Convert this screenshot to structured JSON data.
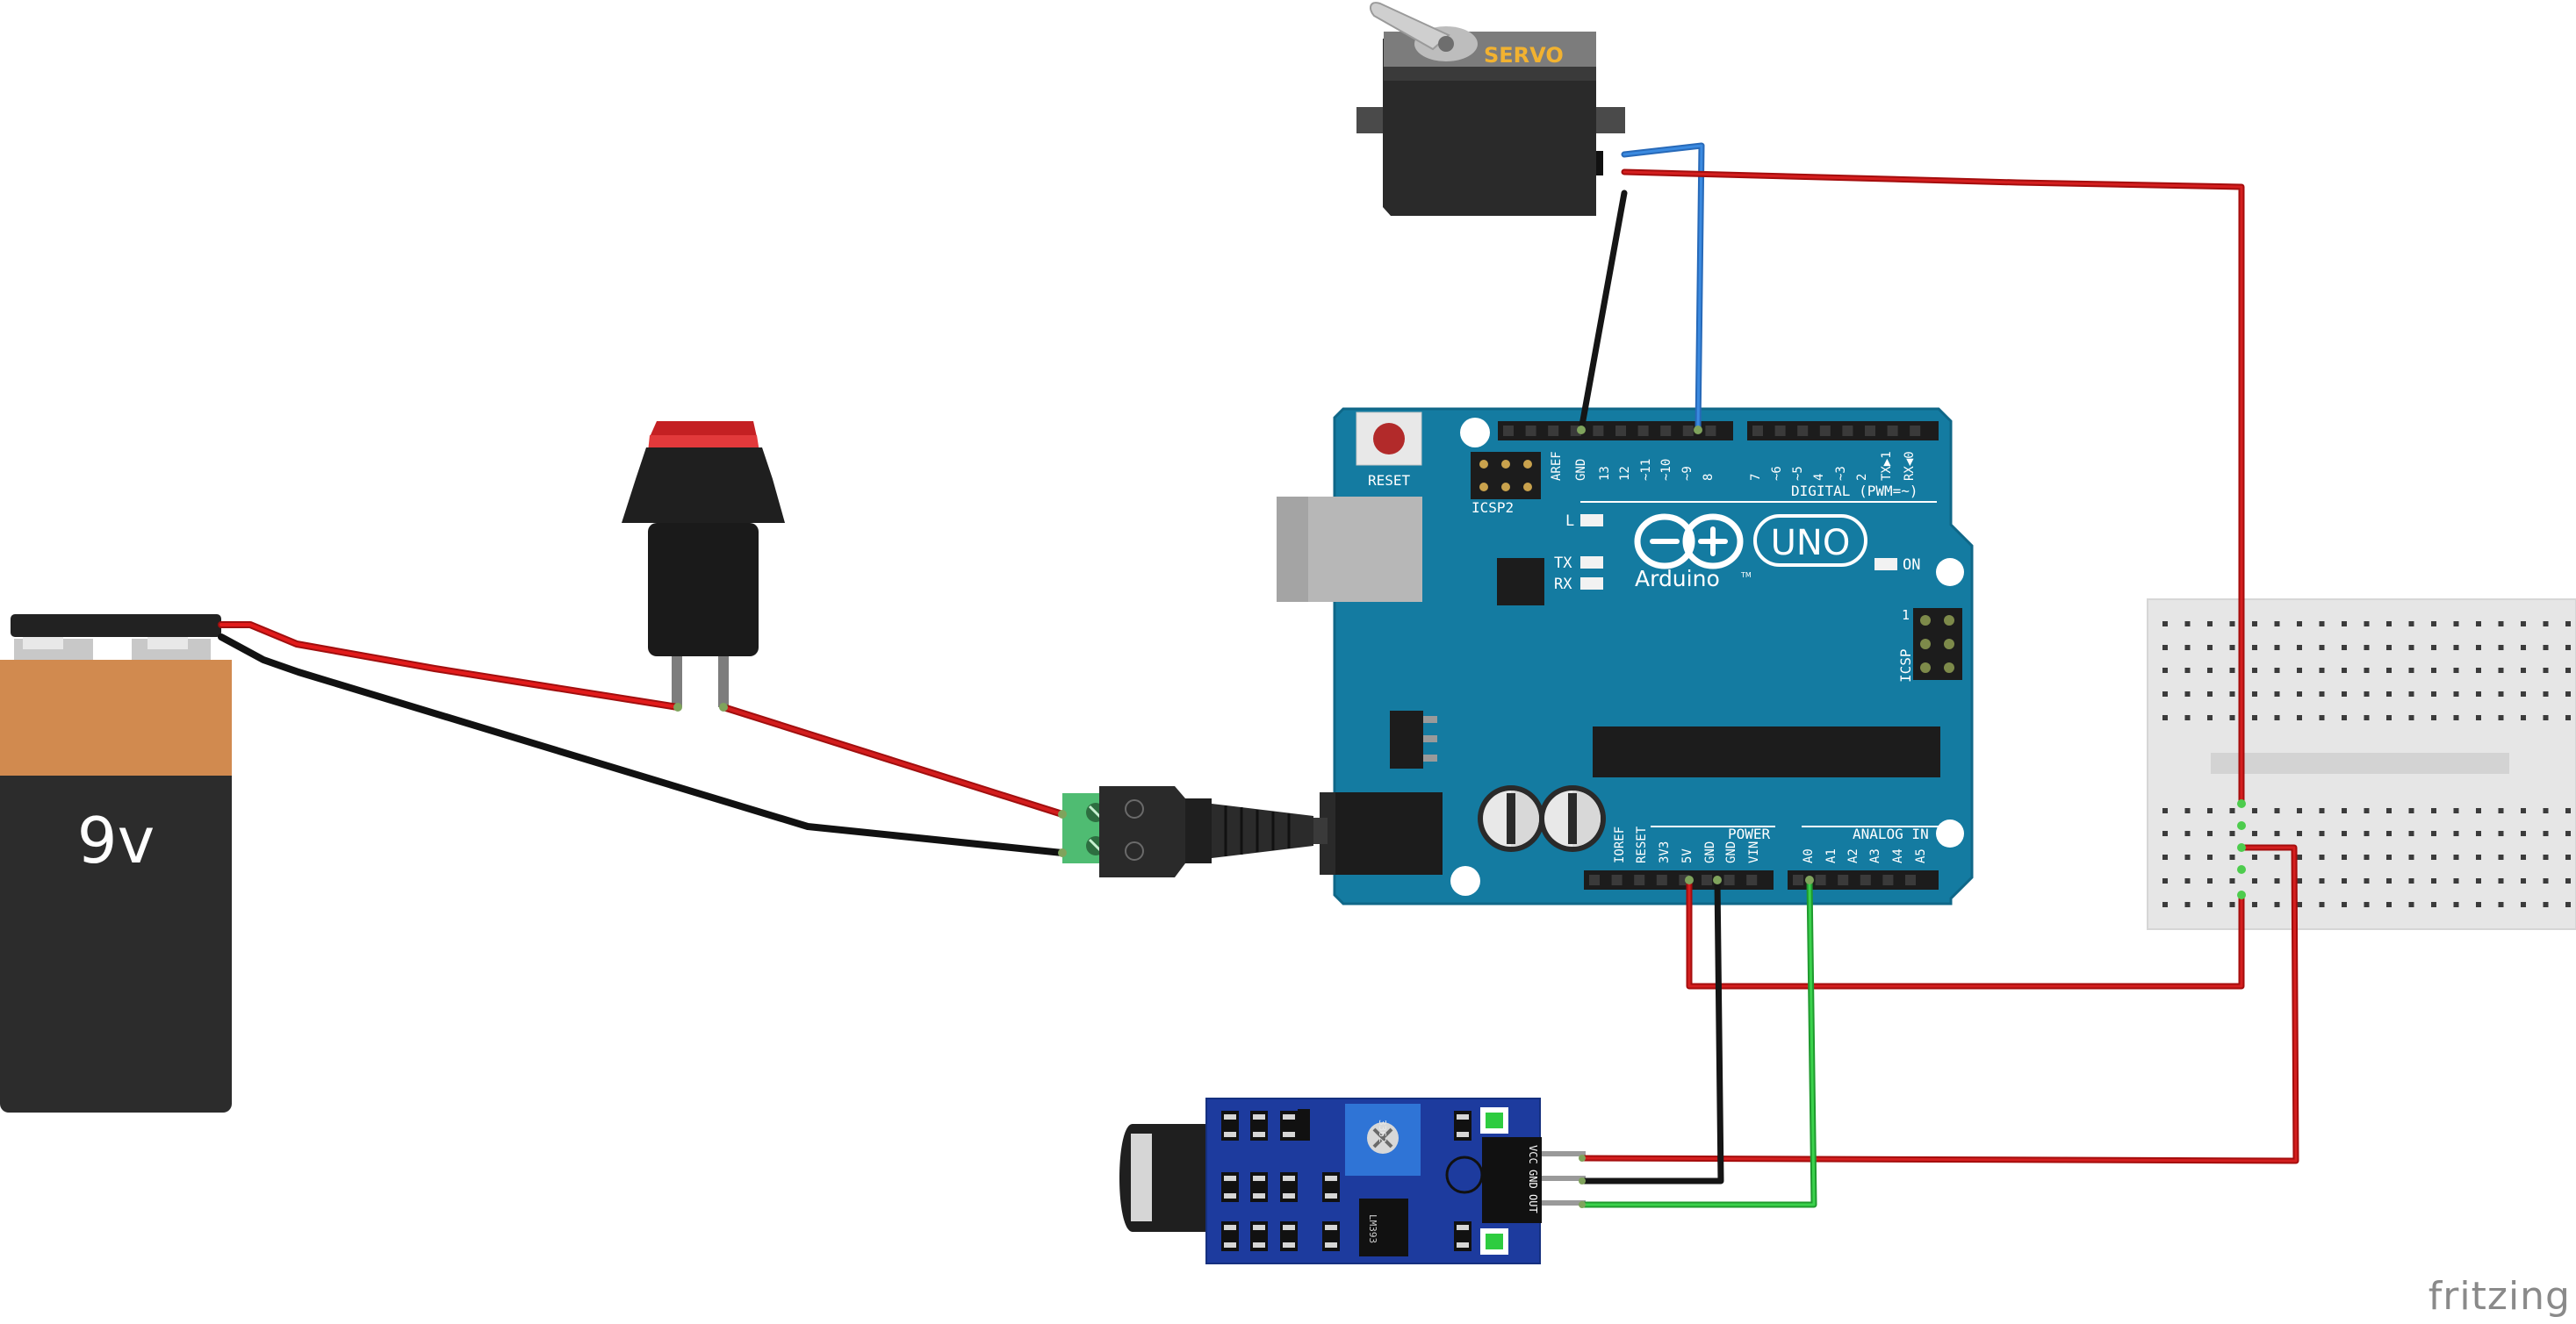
{
  "battery": {
    "label": "9v"
  },
  "servo": {
    "label": "SERVO"
  },
  "arduino": {
    "reset_label": "RESET",
    "icsp2_label": "ICSP2",
    "icsp_label": "ICSP",
    "icsp_pin1": "1",
    "l_label": "L",
    "tx_label": "TX",
    "rx_label": "RX",
    "on_label": "ON",
    "uno_label": "UNO",
    "brand": "Arduino",
    "brand_tm": "TM",
    "digital_label": "DIGITAL (PWM=~)",
    "power_label": "POWER",
    "analog_label": "ANALOG IN",
    "digital_pins": [
      "AREF",
      "GND",
      "13",
      "12",
      "~11",
      "~10",
      "~9",
      "8",
      "7",
      "~6",
      "~5",
      "4",
      "~3",
      "2",
      "TX▶1",
      "RX◀0"
    ],
    "power_pins": [
      "IOREF",
      "RESET",
      "3V3",
      "5V",
      "GND",
      "GND",
      "VIN"
    ],
    "analog_pins": [
      "A0",
      "A1",
      "A2",
      "A3",
      "A4",
      "A5"
    ]
  },
  "sound_sensor": {
    "pin_labels": [
      "VCC",
      "GND",
      "OUT"
    ],
    "pot_label": "3362",
    "chip_label": "LM393"
  },
  "watermark": "fritzing"
}
